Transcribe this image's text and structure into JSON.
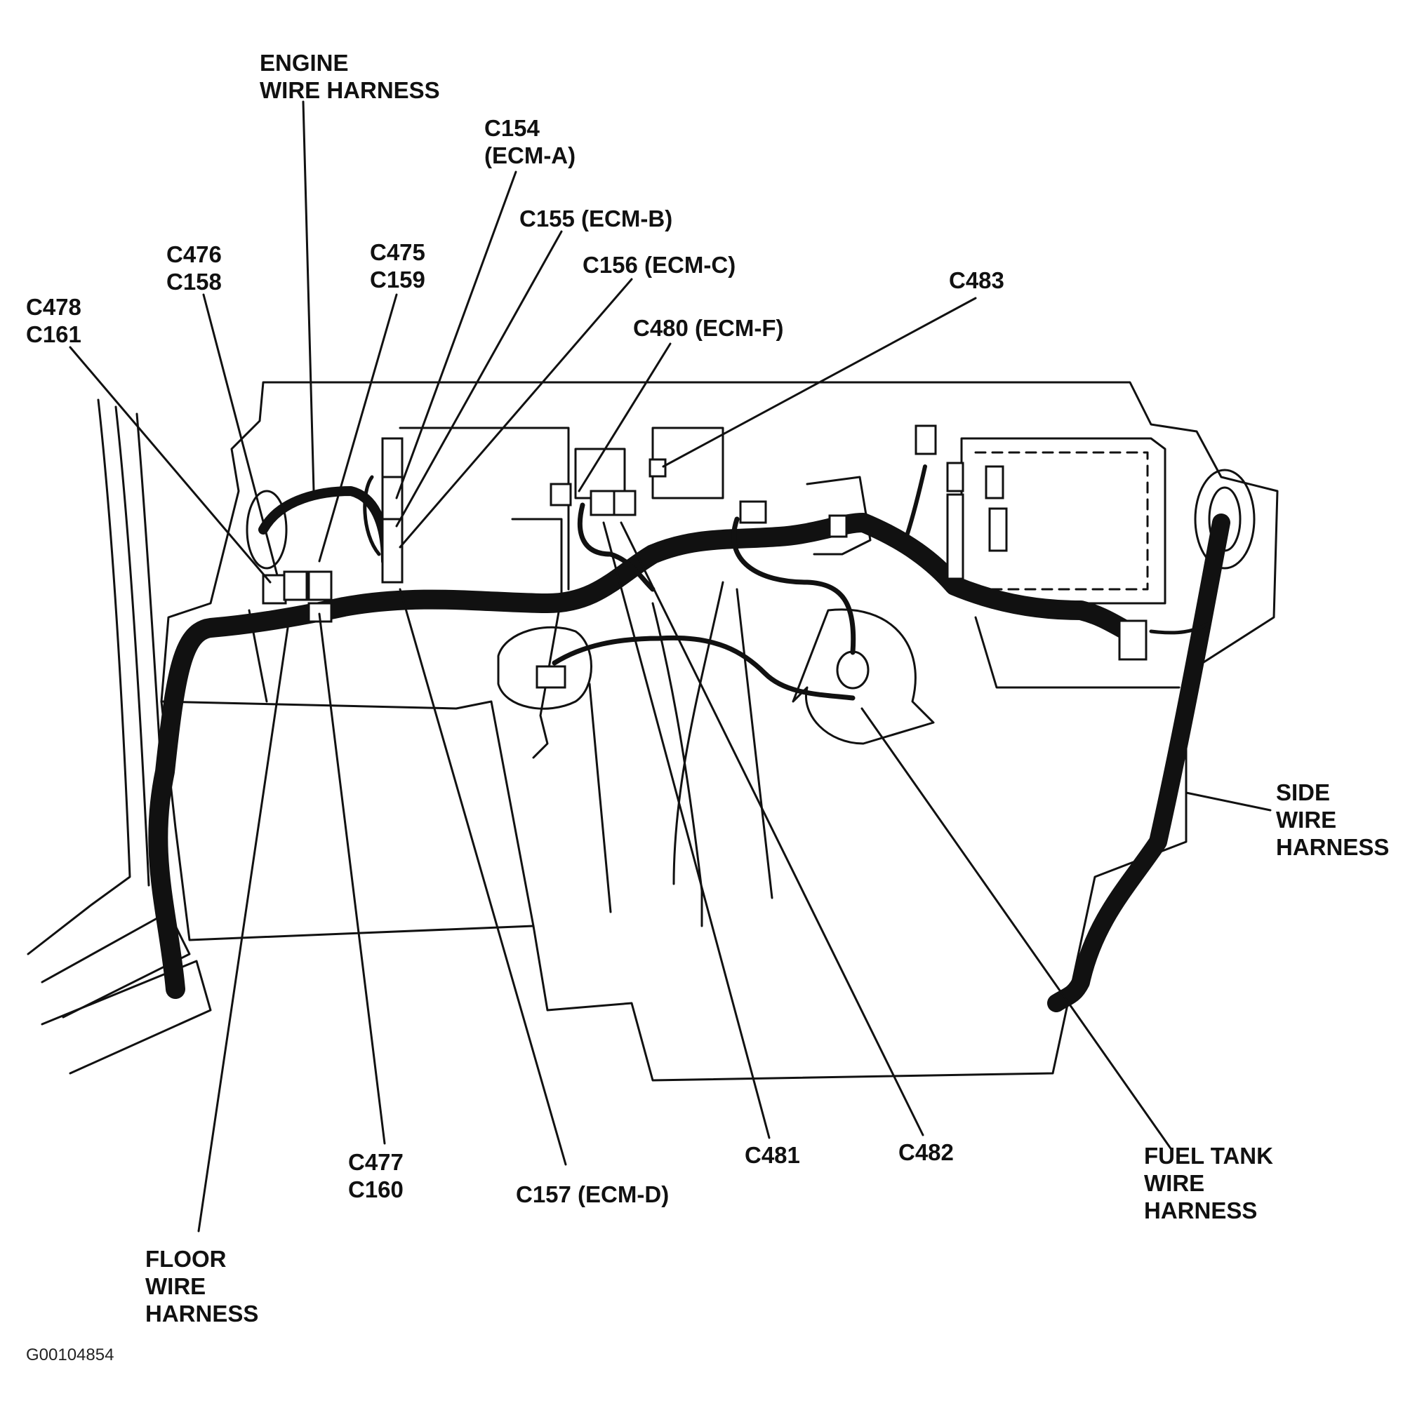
{
  "labels": {
    "engine_harness": [
      "ENGINE",
      "WIRE HARNESS"
    ],
    "c154": [
      "C154",
      "(ECM-A)"
    ],
    "c155": "C155 (ECM-B)",
    "c156": "C156 (ECM-C)",
    "c476_c158": [
      "C476",
      "C158"
    ],
    "c475_c159": [
      "C475",
      "C159"
    ],
    "c478_c161": [
      "C478",
      "C161"
    ],
    "c480": "C480 (ECM-F)",
    "c483": "C483",
    "side_harness": [
      "SIDE",
      "WIRE",
      "HARNESS"
    ],
    "c477_c160": [
      "C477",
      "C160"
    ],
    "c157": "C157 (ECM-D)",
    "c481": "C481",
    "c482": "C482",
    "fuel_tank_harness": [
      "FUEL TANK",
      "WIRE",
      "HARNESS"
    ],
    "floor_harness": [
      "FLOOR",
      "WIRE",
      "HARNESS"
    ]
  },
  "figure_id": "G00104854",
  "colors": {
    "line": "#111111",
    "background": "#ffffff"
  }
}
